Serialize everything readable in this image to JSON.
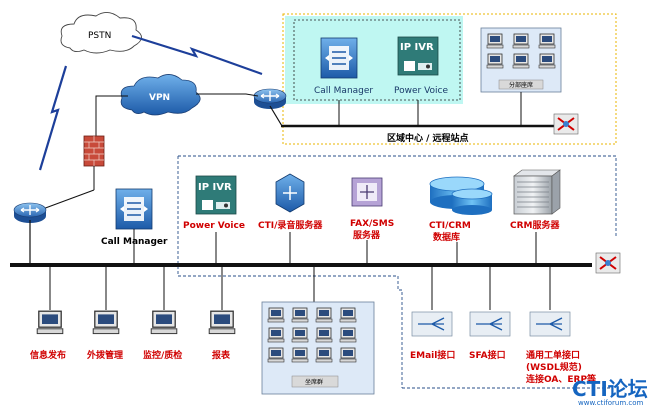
{
  "colors": {
    "accent_red": "#d00000",
    "remote_site_fill": "#bff7f2",
    "remote_site_border": "#e8b400",
    "lan_bus": "#111111",
    "watermark": "#1565c0"
  },
  "top": {
    "pstn": "PSTN",
    "vpn": "VPN",
    "remote_call_manager": "Call Manager",
    "remote_ivr": "IP IVR",
    "remote_power_voice": "Power Voice",
    "branch_seats": "分部座席",
    "region_label": "区域中心 / 远程站点"
  },
  "hq": {
    "call_manager": "Call Manager",
    "ivr": "IP IVR",
    "power_voice": "Power Voice",
    "cti_server": "CTI/录音服务器",
    "fax_line1": "FAX/SMS",
    "fax_line2": "服务器",
    "crm_db_line1": "CTI/CRM",
    "crm_db_line2": "数据库",
    "crm_server": "CRM服务器"
  },
  "bottom": {
    "terminals": [
      "信息发布",
      "外拨管理",
      "监控/质检",
      "报表"
    ],
    "seat_group": "坐席群",
    "email": "EMail接口",
    "sfa": "SFA接口",
    "biz_line1": "通用工单接口",
    "biz_line2": "(WSDL规范)",
    "biz_line3": "连接OA、ERP等"
  },
  "watermark": {
    "logo": "CTI论坛",
    "url": "www.ctiforum.com"
  }
}
